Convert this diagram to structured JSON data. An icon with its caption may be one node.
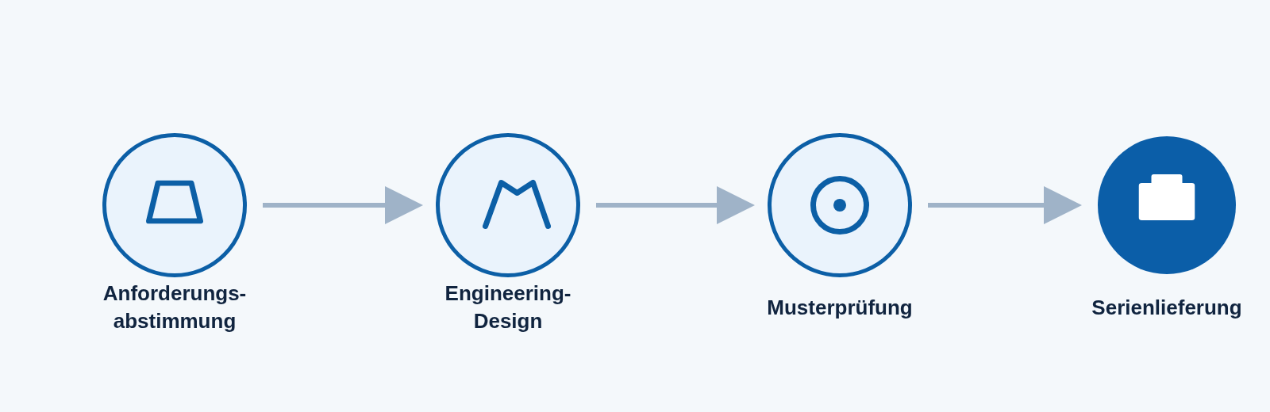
{
  "diagram": {
    "nodes": [
      {
        "text": [
          "Anforderungs- abstimmung"
        ]
      },
      {
        "text": [
          "Engineering- Design"
        ]
      },
      {
        "text": [
          "Musterprüfung"
        ]
      },
      {
        "text": [
          "Serienlieferung"
        ]
      }
    ],
    "edges": [
      {
        "from": 0,
        "to": 1,
        "arrow": "to"
      },
      {
        "from": 1,
        "to": 2,
        "arrow": "to"
      },
      {
        "from": 2,
        "to": 3,
        "arrow": "to"
      }
    ]
  }
}
